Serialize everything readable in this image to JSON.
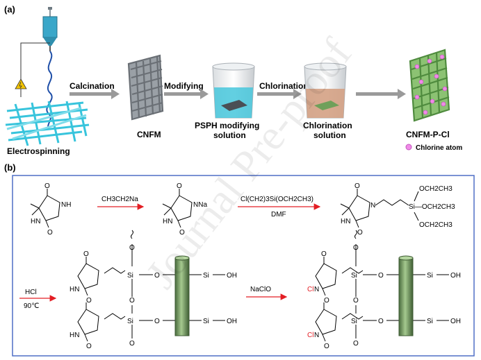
{
  "panel_a": {
    "label": "(a)",
    "arrows": [
      "Calcination",
      "Modifying",
      "Chlorination"
    ],
    "captions": {
      "electrospinning": "Electrospinning",
      "cnfm": "CNFM",
      "psph_line1": "PSPH modifying",
      "psph_line2": "solution",
      "chlor_line1": "Chlorination",
      "chlor_line2": "solution",
      "product": "CNFM-P-Cl"
    },
    "legend": "Chlorine atom"
  },
  "panel_b": {
    "label": "(b)",
    "step1_reagent": "CH3CH2Na",
    "step2_reagent": "Cl(CH2)3Si(OCH2CH3)",
    "step2_solvent": "DMF",
    "step3_reagent": "HCl",
    "step3_condition": "90℃",
    "step4_reagent": "NaClO",
    "atoms": {
      "O": "O",
      "NH": "NH",
      "HN": "HN",
      "N": "N",
      "NNa": "NNa",
      "Si": "Si",
      "SiOH": "Si",
      "OH": "OH",
      "Cl": "Cl",
      "OEt1": "OCH2CH3",
      "OEt2": "Si—OCH2CH3",
      "OEt3": "OCH2CH3"
    }
  },
  "watermark": "Journal Pre-proof",
  "colors": {
    "accent_red": "#e31e24",
    "frame_blue": "#4f6fc5",
    "fiber_green": "#7fb26a",
    "fiber_cyan": "#3fc9e0"
  }
}
